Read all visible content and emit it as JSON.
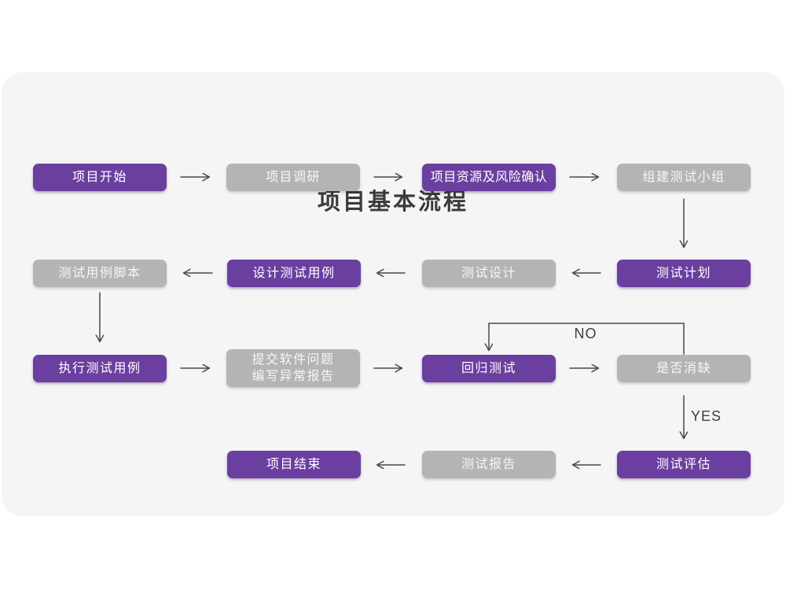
{
  "title": "项目基本流程",
  "edge_labels": {
    "no": "NO",
    "yes": "YES"
  },
  "colors": {
    "node_purple": "#6a3fa0",
    "node_gray": "#b4b4b4",
    "card_background": "#f5f5f6",
    "page_background": "#ffffff",
    "arrow": "#4a4a4a",
    "title_text": "#3a3a3a",
    "node_text": "#ffffff"
  },
  "nodes": [
    {
      "id": "project-start",
      "label": "项目开始",
      "variant": "purple"
    },
    {
      "id": "project-research",
      "label": "项目调研",
      "variant": "gray"
    },
    {
      "id": "resources-risk",
      "label": "项目资源及风险确认",
      "variant": "purple"
    },
    {
      "id": "build-test-team",
      "label": "组建测试小组",
      "variant": "gray"
    },
    {
      "id": "test-plan",
      "label": "测试计划",
      "variant": "purple"
    },
    {
      "id": "test-design",
      "label": "测试设计",
      "variant": "gray"
    },
    {
      "id": "design-test-cases",
      "label": "设计测试用例",
      "variant": "purple"
    },
    {
      "id": "test-case-script",
      "label": "测试用例脚本",
      "variant": "gray"
    },
    {
      "id": "execute-test-cases",
      "label": "执行测试用例",
      "variant": "purple"
    },
    {
      "id": "submit-issue-report",
      "label_line1": "提交软件问题",
      "label_line2": "编写异常报告",
      "variant": "gray"
    },
    {
      "id": "regression-test",
      "label": "回归测试",
      "variant": "purple"
    },
    {
      "id": "defect-cleared",
      "label": "是否消缺",
      "variant": "gray"
    },
    {
      "id": "test-evaluation",
      "label": "测试评估",
      "variant": "purple"
    },
    {
      "id": "test-report",
      "label": "测试报告",
      "variant": "gray"
    },
    {
      "id": "project-end",
      "label": "项目结束",
      "variant": "purple"
    }
  ]
}
